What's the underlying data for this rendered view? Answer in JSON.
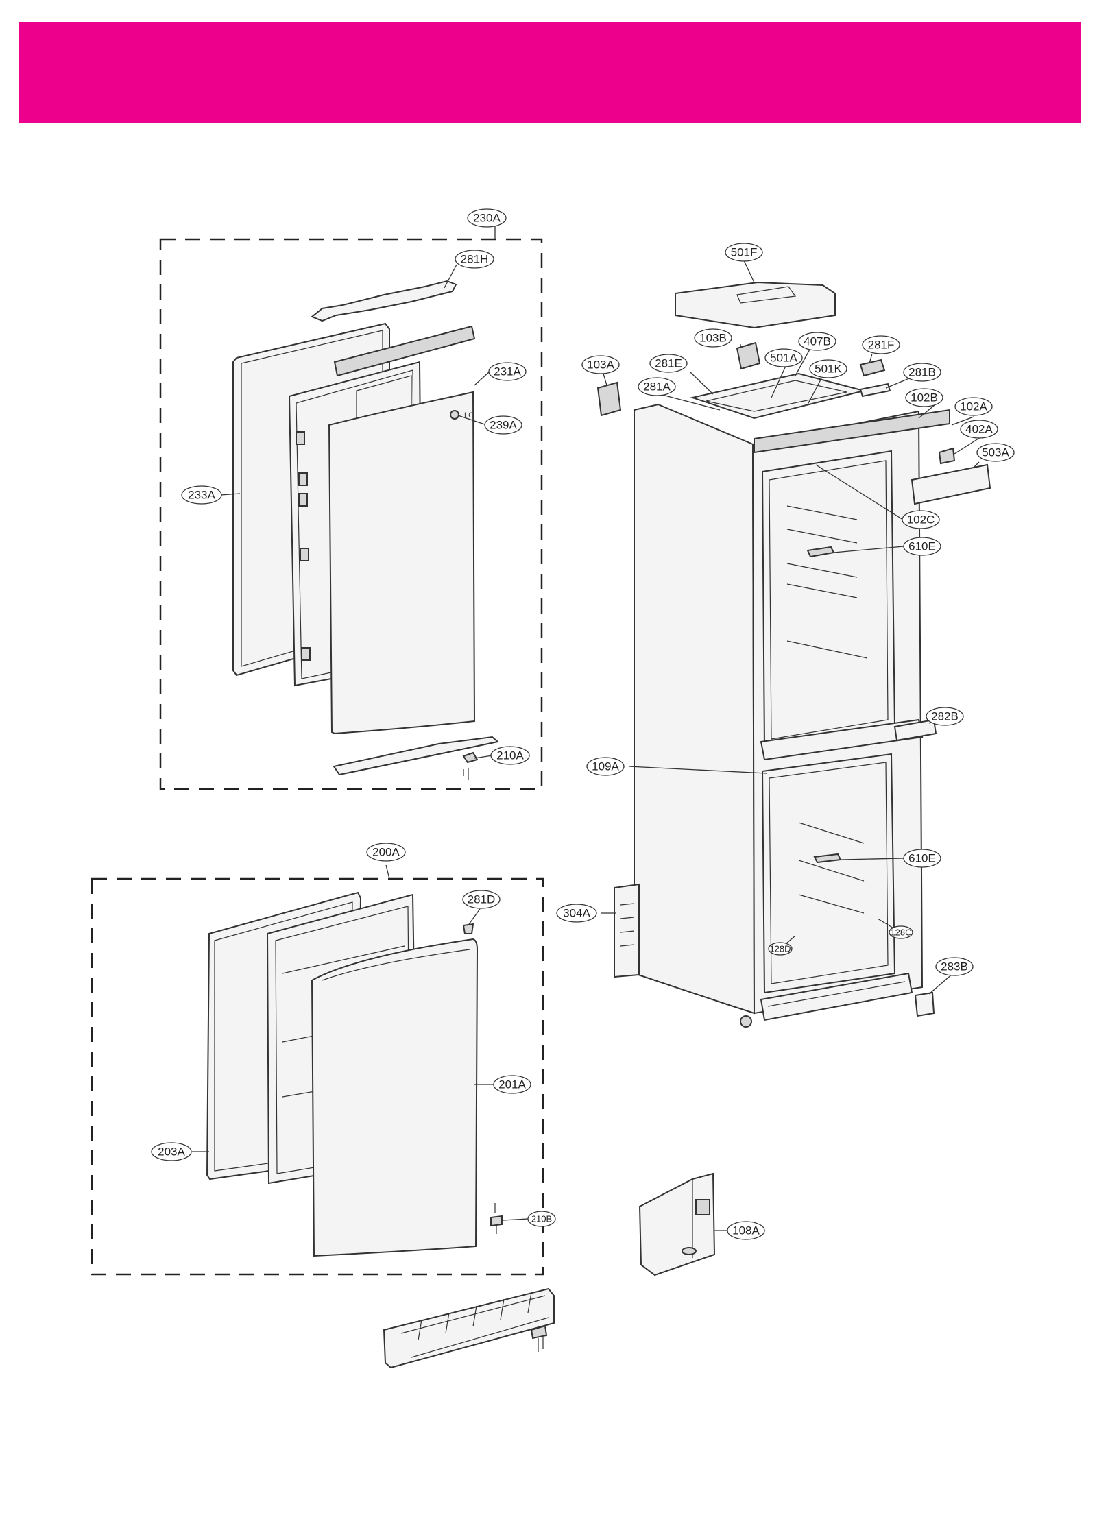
{
  "colors": {
    "banner": "#ec008c",
    "line": "#333333",
    "fill_light": "#f4f4f4",
    "fill_dark": "#d8d8d8"
  },
  "groups": {
    "door_upper": "230A",
    "door_lower": "200A"
  },
  "callouts": {
    "c230A": "230A",
    "c281H": "281H",
    "c231A": "231A",
    "c239A": "239A",
    "c233A": "233A",
    "c210A": "210A",
    "c200A": "200A",
    "c281D": "281D",
    "c201A": "201A",
    "c203A": "203A",
    "c210B": "210B",
    "c501F": "501F",
    "c103B": "103B",
    "c407B": "407B",
    "c281F": "281F",
    "c103A": "103A",
    "c281E": "281E",
    "c501A": "501A",
    "c501K": "501K",
    "c281B": "281B",
    "c281A": "281A",
    "c102B": "102B",
    "c102A": "102A",
    "c402A": "402A",
    "c503A": "503A",
    "c102C": "102C",
    "c610E_top": "610E",
    "c282B": "282B",
    "c109A": "109A",
    "c610E_bottom": "610E",
    "c304A": "304A",
    "c128C": "128C",
    "c128D": "128D",
    "c283B": "283B",
    "c108A": "108A"
  },
  "door_logo": "LG"
}
